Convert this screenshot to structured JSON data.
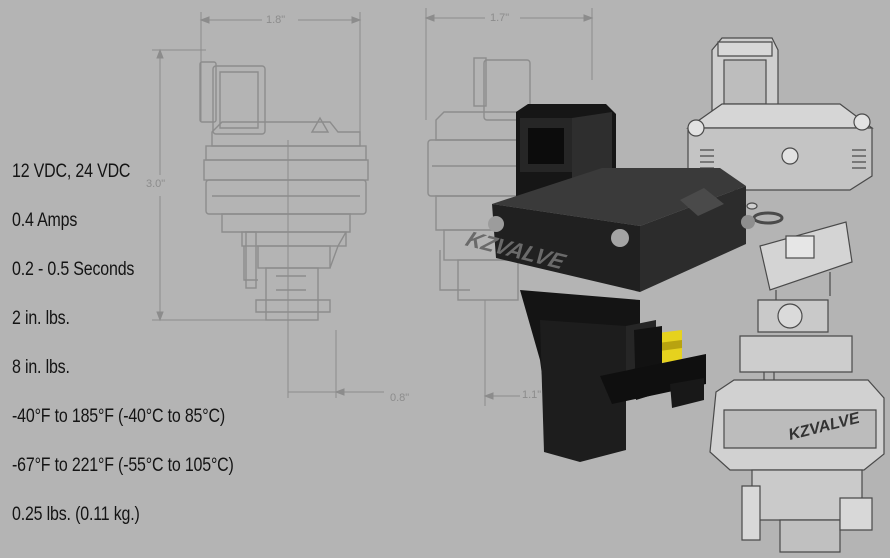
{
  "dimensions": {
    "width_top_left": "1.8\"",
    "width_top_right": "1.7\"",
    "height_left": "3.0\"",
    "depth_bottom": "0.8\"",
    "offset_bottom": "1.1\""
  },
  "product_label": "KZVALVE",
  "specs": [
    "12 VDC, 24 VDC",
    "0.4 Amps",
    "0.2 - 0.5 Seconds",
    "2 in. lbs.",
    "8 in. lbs.",
    "-40°F to 185°F (-40°C to 85°C)",
    "-67°F to 221°F (-55°C to 105°C)",
    "0.25 lbs. (0.11 kg.)"
  ],
  "colors": {
    "background": "#b4b4b4",
    "drawing_line": "#8c8c8c",
    "actuator_body": "#1c1c1c",
    "accent_yellow": "#e6d21e"
  }
}
